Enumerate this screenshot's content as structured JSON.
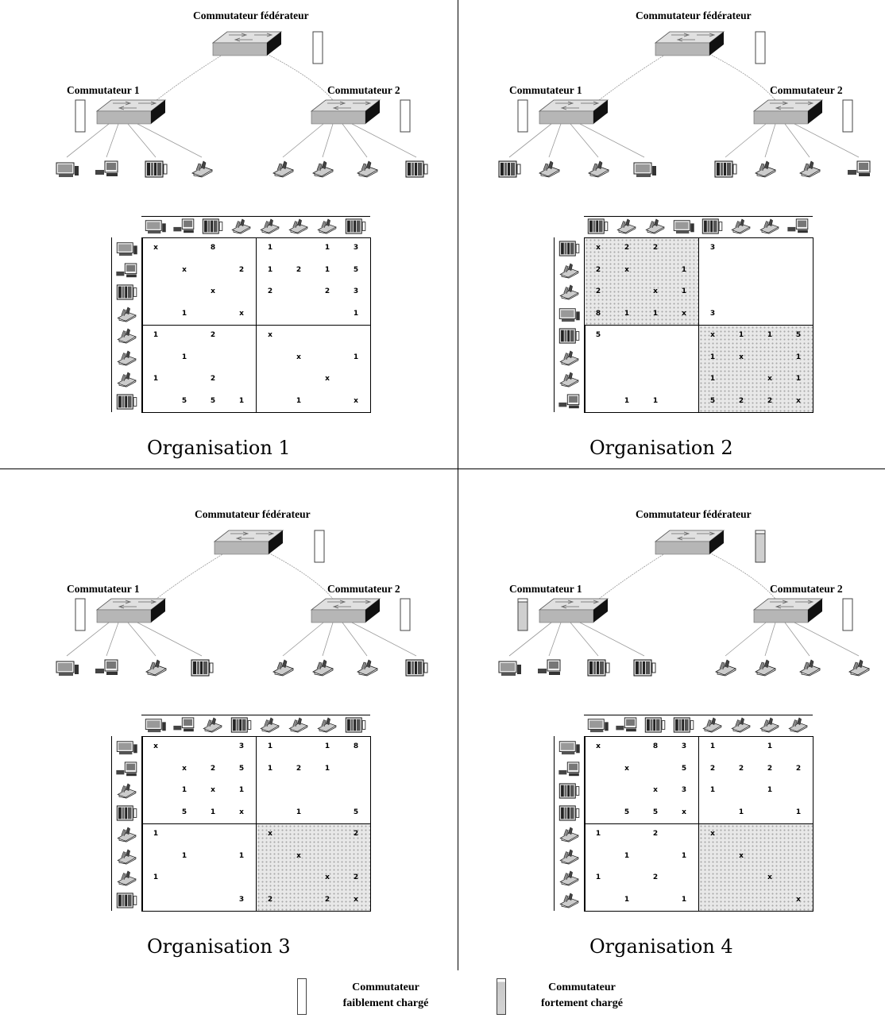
{
  "labels": {
    "core": "Commutateur fédérateur",
    "sw1": "Commutateur 1",
    "sw2": "Commutateur 2"
  },
  "panels": [
    {
      "title": "Organisation 1",
      "core_load": "light",
      "sw1_load": "light",
      "sw2_load": "light",
      "sw1_devices": [
        "monitor-icon",
        "desktop-icon",
        "server-icon",
        "printer-icon"
      ],
      "sw2_devices": [
        "printer-icon",
        "printer-icon",
        "printer-icon",
        "server-icon"
      ],
      "row_icons": [
        "monitor-icon",
        "desktop-icon",
        "server-icon",
        "printer-icon",
        "printer-icon",
        "printer-icon",
        "printer-icon",
        "server-icon"
      ],
      "loaded_blocks": [],
      "matrix": [
        [
          "x",
          "",
          "8",
          "",
          "1",
          "",
          "1",
          "3"
        ],
        [
          "",
          "x",
          "",
          "2",
          "1",
          "2",
          "1",
          "5"
        ],
        [
          "",
          "",
          "x",
          "",
          "2",
          "",
          "2",
          "3"
        ],
        [
          "",
          "1",
          "",
          "x",
          "",
          "",
          "",
          "1"
        ],
        [
          "1",
          "",
          "2",
          "",
          "x",
          "",
          "",
          ""
        ],
        [
          "",
          "1",
          "",
          "",
          "",
          "x",
          "",
          "1"
        ],
        [
          "1",
          "",
          "2",
          "",
          "",
          "",
          "x",
          ""
        ],
        [
          "",
          "5",
          "5",
          "1",
          "",
          "1",
          "",
          "x"
        ]
      ]
    },
    {
      "title": "Organisation 2",
      "core_load": "light",
      "sw1_load": "light",
      "sw2_load": "light",
      "sw1_devices": [
        "server-icon",
        "printer-icon",
        "printer-icon",
        "monitor-icon"
      ],
      "sw2_devices": [
        "server-icon",
        "printer-icon",
        "printer-icon",
        "desktop-icon"
      ],
      "row_icons": [
        "server-icon",
        "printer-icon",
        "printer-icon",
        "monitor-icon",
        "server-icon",
        "printer-icon",
        "printer-icon",
        "desktop-icon"
      ],
      "loaded_blocks": [
        "tl",
        "br"
      ],
      "matrix": [
        [
          "x",
          "2",
          "2",
          "",
          "3",
          "",
          "",
          ""
        ],
        [
          "2",
          "x",
          "",
          "1",
          "",
          "",
          "",
          ""
        ],
        [
          "2",
          "",
          "x",
          "1",
          "",
          "",
          "",
          ""
        ],
        [
          "8",
          "1",
          "1",
          "x",
          "3",
          "",
          "",
          ""
        ],
        [
          "5",
          "",
          "",
          "",
          "x",
          "1",
          "1",
          "5"
        ],
        [
          "",
          "",
          "",
          "",
          "1",
          "x",
          "",
          "1"
        ],
        [
          "",
          "",
          "",
          "",
          "1",
          "",
          "x",
          "1"
        ],
        [
          "",
          "1",
          "1",
          "",
          "5",
          "2",
          "2",
          "x"
        ]
      ]
    },
    {
      "title": "Organisation 3",
      "core_load": "light",
      "sw1_load": "light",
      "sw2_load": "light",
      "sw1_devices": [
        "monitor-icon",
        "desktop-icon",
        "printer-icon",
        "server-icon"
      ],
      "sw2_devices": [
        "printer-icon",
        "printer-icon",
        "printer-icon",
        "server-icon"
      ],
      "row_icons": [
        "monitor-icon",
        "desktop-icon",
        "printer-icon",
        "server-icon",
        "printer-icon",
        "printer-icon",
        "printer-icon",
        "server-icon"
      ],
      "loaded_blocks": [
        "br"
      ],
      "matrix": [
        [
          "x",
          "",
          "",
          "3",
          "1",
          "",
          "1",
          "8"
        ],
        [
          "",
          "x",
          "2",
          "5",
          "1",
          "2",
          "1",
          ""
        ],
        [
          "",
          "1",
          "x",
          "1",
          "",
          "",
          "",
          ""
        ],
        [
          "",
          "5",
          "1",
          "x",
          "",
          "1",
          "",
          "5"
        ],
        [
          "1",
          "",
          "",
          "",
          "x",
          "",
          "",
          "2"
        ],
        [
          "",
          "1",
          "",
          "1",
          "",
          "x",
          "",
          ""
        ],
        [
          "1",
          "",
          "",
          "",
          "",
          "",
          "x",
          "2"
        ],
        [
          "",
          "",
          "",
          "3",
          "2",
          "",
          "2",
          "x"
        ]
      ]
    },
    {
      "title": "Organisation 4",
      "core_load": "heavy",
      "sw1_load": "heavy",
      "sw2_load": "light",
      "sw1_devices": [
        "monitor-icon",
        "desktop-icon",
        "server-icon",
        "server-icon"
      ],
      "sw2_devices": [
        "printer-icon",
        "printer-icon",
        "printer-icon",
        "printer-icon"
      ],
      "row_icons": [
        "monitor-icon",
        "desktop-icon",
        "server-icon",
        "server-icon",
        "printer-icon",
        "printer-icon",
        "printer-icon",
        "printer-icon"
      ],
      "loaded_blocks": [
        "br"
      ],
      "matrix": [
        [
          "x",
          "",
          "8",
          "3",
          "1",
          "",
          "1",
          ""
        ],
        [
          "",
          "x",
          "",
          "5",
          "2",
          "2",
          "2",
          "2"
        ],
        [
          "",
          "",
          "x",
          "3",
          "1",
          "",
          "1",
          ""
        ],
        [
          "",
          "5",
          "5",
          "x",
          "",
          "1",
          "",
          "1"
        ],
        [
          "1",
          "",
          "2",
          "",
          "x",
          "",
          "",
          ""
        ],
        [
          "",
          "1",
          "",
          "1",
          "",
          "x",
          "",
          ""
        ],
        [
          "1",
          "",
          "2",
          "",
          "",
          "",
          "x",
          ""
        ],
        [
          "",
          "1",
          "",
          "1",
          "",
          "",
          "",
          "x"
        ]
      ]
    }
  ],
  "legend": {
    "light": "Commutateur\nfaiblement chargé",
    "light_l1": "Commutateur",
    "light_l2": "faiblement chargé",
    "heavy_l1": "Commutateur",
    "heavy_l2": "fortement chargé"
  }
}
